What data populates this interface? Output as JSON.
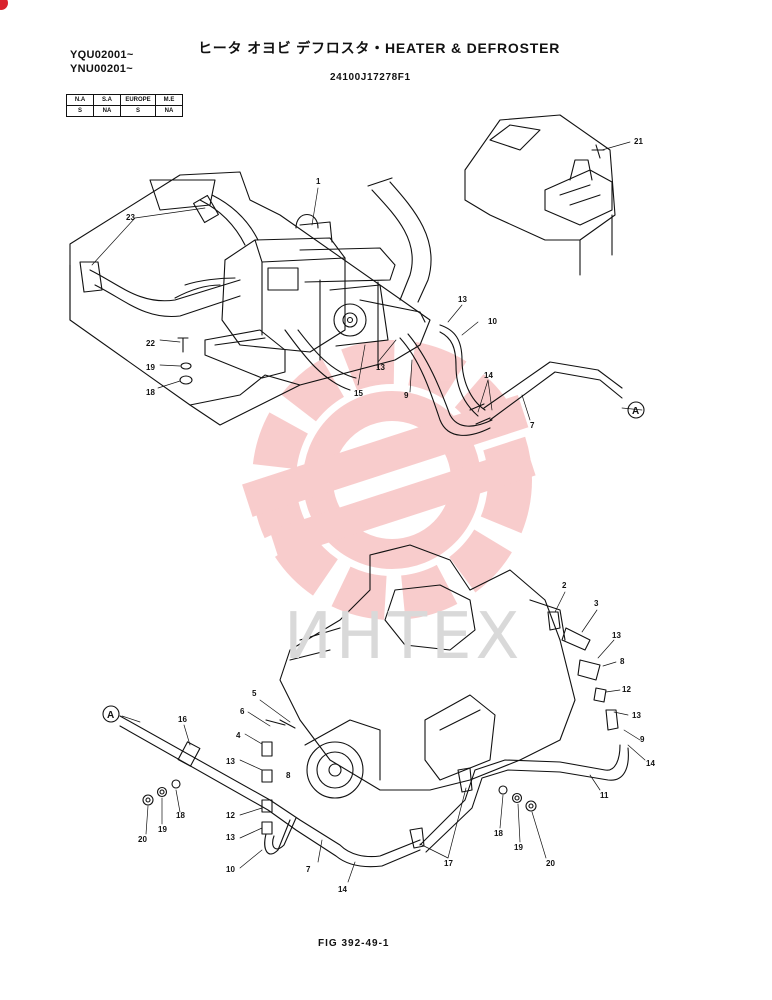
{
  "header": {
    "serial_1": "YQU02001~",
    "serial_2": "YNU00201~",
    "title": "ヒータ オヨビ デフロスタ・HEATER & DEFROSTER",
    "part_code": "24100J17278F1"
  },
  "market_table": {
    "headers": [
      "N.A",
      "S.A",
      "EUROPE",
      "M.E"
    ],
    "values": [
      "S",
      "NA",
      "S",
      "NA"
    ]
  },
  "callouts_top": [
    "1",
    "23",
    "22",
    "19",
    "18",
    "15",
    "13",
    "9",
    "10",
    "13",
    "14",
    "7",
    "21"
  ],
  "callouts_bottom": [
    "2",
    "3",
    "13",
    "8",
    "12",
    "13",
    "9",
    "14",
    "11",
    "5",
    "6",
    "4",
    "13",
    "8",
    "12",
    "13",
    "10",
    "16",
    "19",
    "18",
    "20",
    "7",
    "14",
    "17",
    "18",
    "19",
    "20"
  ],
  "connection_ref_top": "A",
  "connection_ref_bottom": "A",
  "watermark": "ИНТЕХ",
  "figure_no": "FIG 392-49-1",
  "colors": {
    "watermark_red": "#e84a4a",
    "badge_red": "#d9232e",
    "ink": "#111111"
  }
}
